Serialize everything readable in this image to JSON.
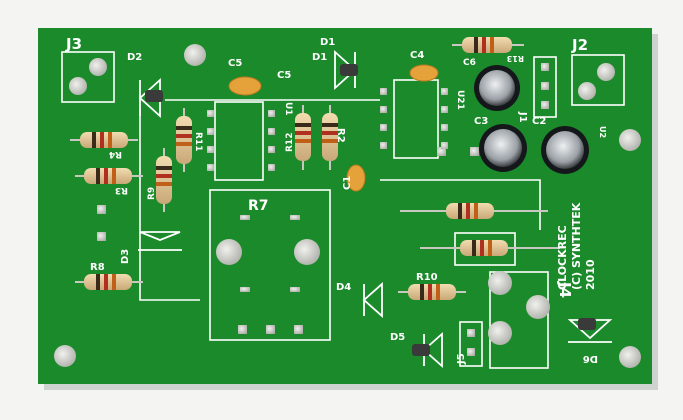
{
  "board": {
    "pcb_color": "#1a8a2a",
    "silkscreen_color": "#ffffff",
    "pad_color": "#d6d6d0",
    "background_color": "#f4f4f2"
  },
  "labels": {
    "j3": "J3",
    "j2": "J2",
    "j4": "J4",
    "j1": "J1",
    "j5": "J5",
    "d1": "D1",
    "d1b": "D1",
    "d2": "D2",
    "d3": "D3",
    "d4": "D4",
    "d5": "D5",
    "d6": "D6",
    "c1": "C1",
    "c2": "C2",
    "c3": "C3",
    "c4": "C4",
    "c5a": "C5",
    "c5b": "C5",
    "c6": "C6",
    "r2": "R2",
    "r3": "R3",
    "r4": "R4",
    "r7": "R7",
    "r8": "R8",
    "r9": "R9",
    "r10": "R10",
    "r11": "R11",
    "r12": "R12",
    "r13": "R13",
    "u1": "U1",
    "u2": "U2",
    "u21": "U21"
  },
  "board_text": {
    "line1": "CLOCKREC",
    "line2": "(C) SYNTHTEK",
    "line3": "2010"
  }
}
